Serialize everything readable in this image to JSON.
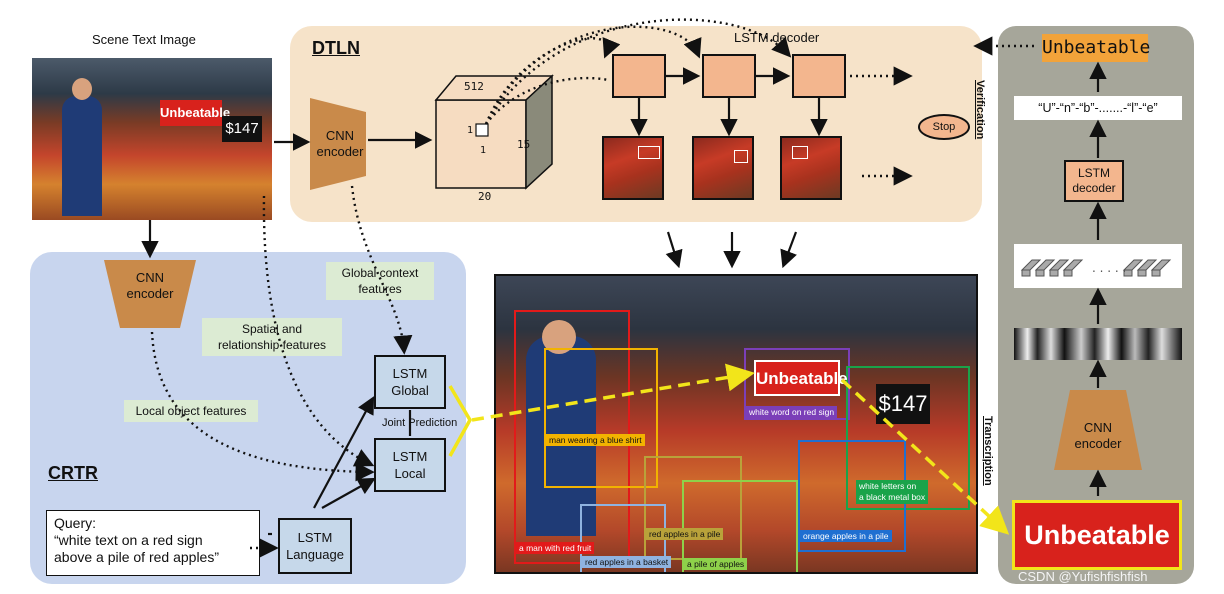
{
  "scene_label": "Scene Text Image",
  "dtln": {
    "title": "DTLN",
    "cnn_encoder": "CNN\nencoder",
    "lstm_decoder": "LSTM decoder",
    "cube_dims": {
      "depth": "512",
      "height": "15",
      "width": "20",
      "unit_a": "1",
      "unit_b": "1"
    },
    "stop": "Stop"
  },
  "crtr": {
    "title": "CRTR",
    "cnn_encoder": "CNN\nencoder",
    "global_context": "Global context\nfeatures",
    "spatial": "Spatial and\nrelationship features",
    "local_object": "Local object features",
    "lstm_global": "LSTM\nGlobal",
    "lstm_local": "LSTM\nLocal",
    "lstm_language": "LSTM\nLanguage",
    "joint_prediction": "Joint Prediction",
    "query": "Query:\n“white text on a red sign\nabove a pile of red apples”"
  },
  "result_image": {
    "sign_text": "Unbeatable",
    "price_text": "$147",
    "tags": [
      {
        "text": "man wearing a blue shirt",
        "color": "#f2b300"
      },
      {
        "text": "white word on red sign",
        "color": "#7b3fb8"
      },
      {
        "text": "white letters on\na black metal box",
        "color": "#1aa34a"
      },
      {
        "text": "red apples in a pile",
        "color": "#b9a23a"
      },
      {
        "text": "orange apples in a pile",
        "color": "#1f6fd1"
      },
      {
        "text": "a man with red fruit",
        "color": "#e21a1a"
      },
      {
        "text": "red apples in a basket",
        "color": "#8fb3e0"
      },
      {
        "text": "a pile of apples",
        "color": "#8ed14a"
      }
    ]
  },
  "right": {
    "verification": "Verification",
    "transcription": "Transcription",
    "output_word": "Unbeatable",
    "char_seq": "“U”-“n”-“b”-.......-“l”-“e”",
    "lstm_decoder": "LSTM\ndecoder",
    "cnn_encoder": "CNN\nencoder",
    "crop_text": "Unbeatable"
  },
  "watermark": "CSDN @Yufishfishfish",
  "colors": {
    "dtln_bg": "#f6e3c9",
    "crtr_bg": "#c8d5ee",
    "right_bg": "#a6a69a",
    "encoder": "#c98a4a",
    "lstm_cell": "#f3b68e",
    "highlight": "#f2e51a",
    "sign_red": "#d8221c"
  }
}
